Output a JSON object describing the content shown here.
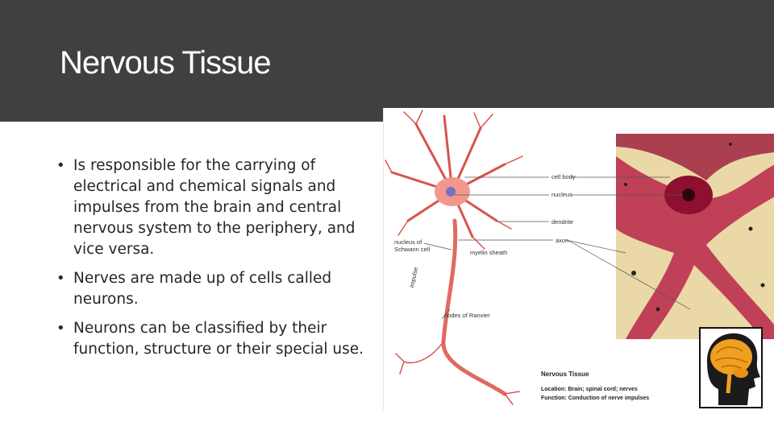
{
  "slide": {
    "title": "Nervous Tissue",
    "bullets": [
      "Is responsible for the carrying of electrical and chemical signals and impulses from the brain and central nervous system to the periphery, and vice versa.",
      "Nerves are made up of cells called neurons.",
      "Neurons can be classified by their function, structure or their special use."
    ]
  },
  "figure": {
    "labels": {
      "cell_body": "cell body",
      "nucleus": "nucleus",
      "dendrite": "dendrite",
      "axon": "axon",
      "nucleus_schwann_1": "nucleus of",
      "nucleus_schwann_2": "Schwann cell",
      "myelin_sheath": "myelin sheath",
      "impulse": "impulse",
      "nodes_of_ranvier": "nodes of Ranvier",
      "caption_title": "Nervous Tissue",
      "caption_location": "Location:  Brain; spinal cord; nerves",
      "caption_function": "Function:  Conduction of nerve impulses"
    },
    "icons": [
      "neuron-diagram",
      "micrograph",
      "brain-icon"
    ],
    "colors": {
      "neuron": "#e8756e",
      "micrograph_bg": "#e8d9a8",
      "micrograph_cell": "#a8163b",
      "brain": "#f0a020"
    }
  }
}
